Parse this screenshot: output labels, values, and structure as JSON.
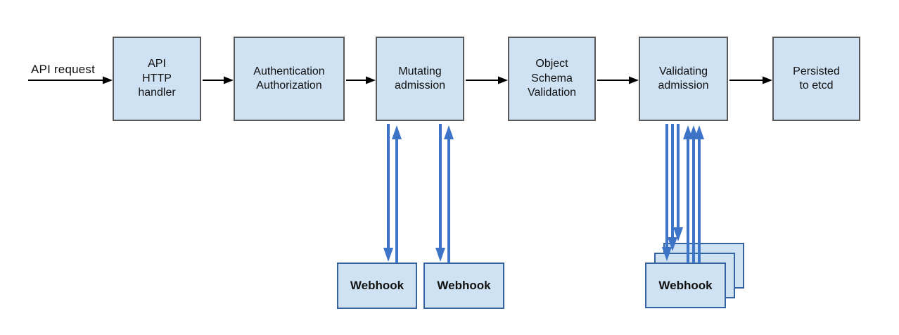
{
  "diagram": {
    "entry_label": "API request",
    "nodes": [
      {
        "id": "api-http-handler",
        "label": "API\nHTTP\nhandler"
      },
      {
        "id": "authentication-authorization",
        "label": "Authentication\nAuthorization"
      },
      {
        "id": "mutating-admission",
        "label": "Mutating\nadmission"
      },
      {
        "id": "object-schema-validation",
        "label": "Object\nSchema\nValidation"
      },
      {
        "id": "validating-admission",
        "label": "Validating\nadmission"
      },
      {
        "id": "persisted-to-etcd",
        "label": "Persisted\nto etcd"
      }
    ],
    "webhooks": {
      "mutating": [
        "Webhook",
        "Webhook"
      ],
      "validating": "Webhook",
      "validating_stack_count": 3
    },
    "colors": {
      "background": "#ffffff",
      "node_fill": "#cfe2f3",
      "node_border": "#595959",
      "webhook_border": "#35639f",
      "flow_arrow": "#000000",
      "webhook_arrow": "#3e74c8",
      "text": "#111111"
    }
  }
}
